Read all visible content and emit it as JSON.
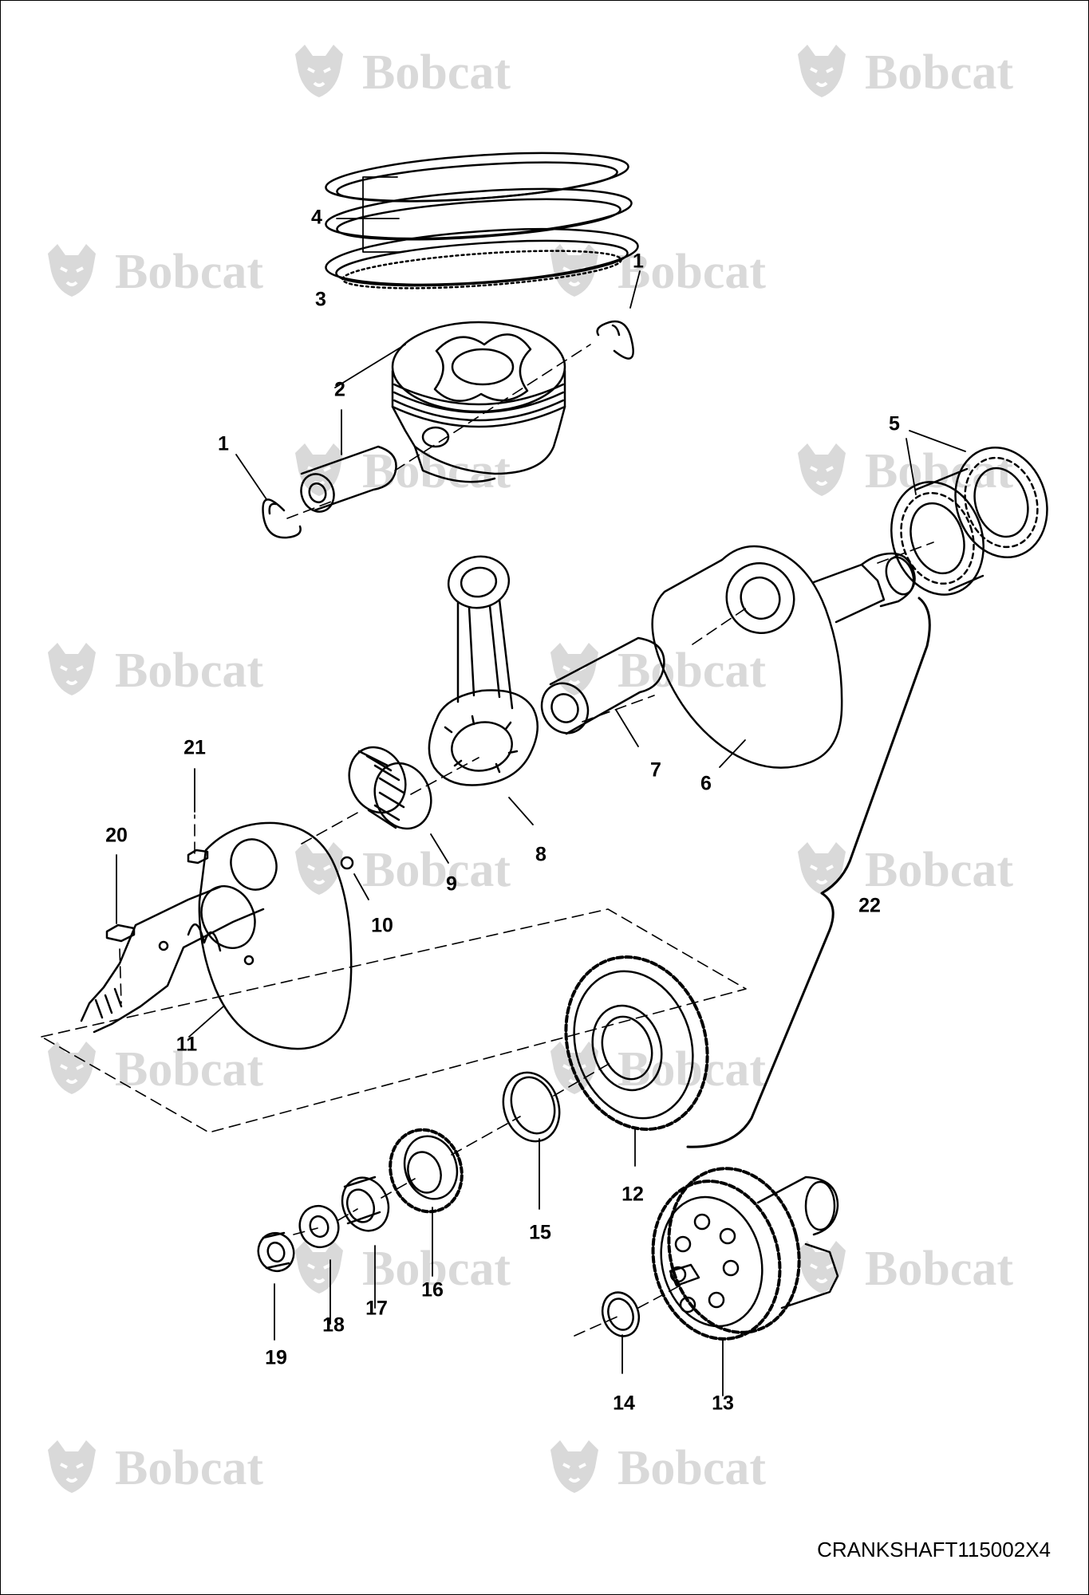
{
  "diagram": {
    "callouts": [
      {
        "id": "1a",
        "label": "1"
      },
      {
        "id": "1b",
        "label": "1"
      },
      {
        "id": "2",
        "label": "2"
      },
      {
        "id": "3",
        "label": "3"
      },
      {
        "id": "4",
        "label": "4"
      },
      {
        "id": "5",
        "label": "5"
      },
      {
        "id": "6",
        "label": "6"
      },
      {
        "id": "7",
        "label": "7"
      },
      {
        "id": "8",
        "label": "8"
      },
      {
        "id": "9",
        "label": "9"
      },
      {
        "id": "10",
        "label": "10"
      },
      {
        "id": "11",
        "label": "11"
      },
      {
        "id": "12",
        "label": "12"
      },
      {
        "id": "13",
        "label": "13"
      },
      {
        "id": "14",
        "label": "14"
      },
      {
        "id": "15",
        "label": "15"
      },
      {
        "id": "16",
        "label": "16"
      },
      {
        "id": "17",
        "label": "17"
      },
      {
        "id": "18",
        "label": "18"
      },
      {
        "id": "19",
        "label": "19"
      },
      {
        "id": "20",
        "label": "20"
      },
      {
        "id": "21",
        "label": "21"
      },
      {
        "id": "22",
        "label": "22"
      }
    ],
    "caption": "CRANKSHAFT115002X4"
  },
  "watermark": {
    "text": "Bobcat",
    "icon": "bobcat-logo-icon",
    "color": "#d9d9d9"
  }
}
